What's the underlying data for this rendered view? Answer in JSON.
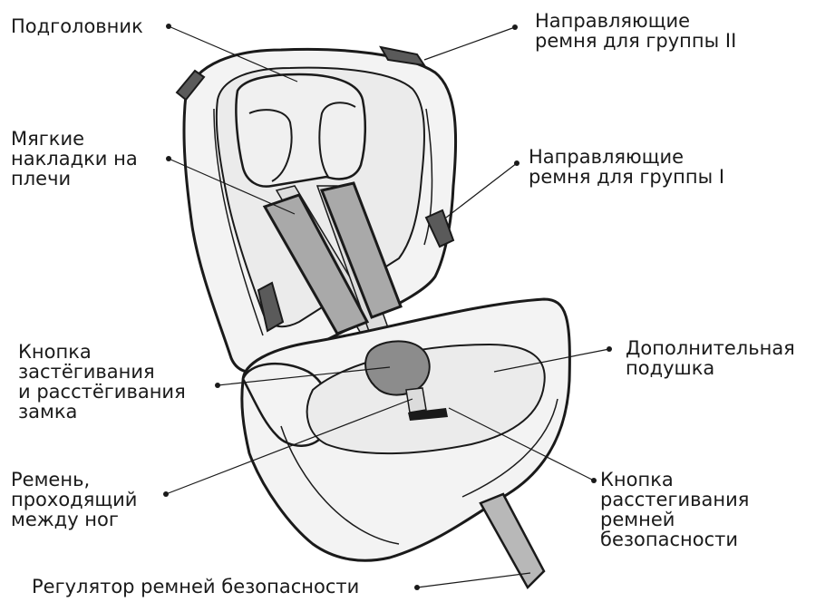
{
  "labels": {
    "headrest": [
      "Подголовник"
    ],
    "guides_group2": [
      "Направляющие",
      "ремня для группы II"
    ],
    "shoulder_pads": [
      "Мягкие",
      "накладки на",
      "плечи"
    ],
    "guides_group1": [
      "Направляющие",
      "ремня для группы I"
    ],
    "buckle_button": [
      "Кнопка",
      "застёгивания",
      "и расстёгивания",
      "замка"
    ],
    "extra_cushion": [
      "Дополнительная",
      "подушка"
    ],
    "crotch_strap": [
      "Ремень,",
      "проходящий",
      "между ног"
    ],
    "release_button": [
      "Кнопка",
      "расстегивания",
      "ремней",
      "безопасности"
    ],
    "adjuster": [
      "Регулятор ремней безопасности"
    ]
  },
  "colors": {
    "outline": "#1a1a1a",
    "seat_fill": "#f3f3f3",
    "seat_inner": "#ebebeb",
    "pad_fill": "#a9a9a9",
    "pad_dark": "#5a5a5a",
    "buckle_fill": "#8c8c8c",
    "strap_fill": "#b8b8b8"
  }
}
